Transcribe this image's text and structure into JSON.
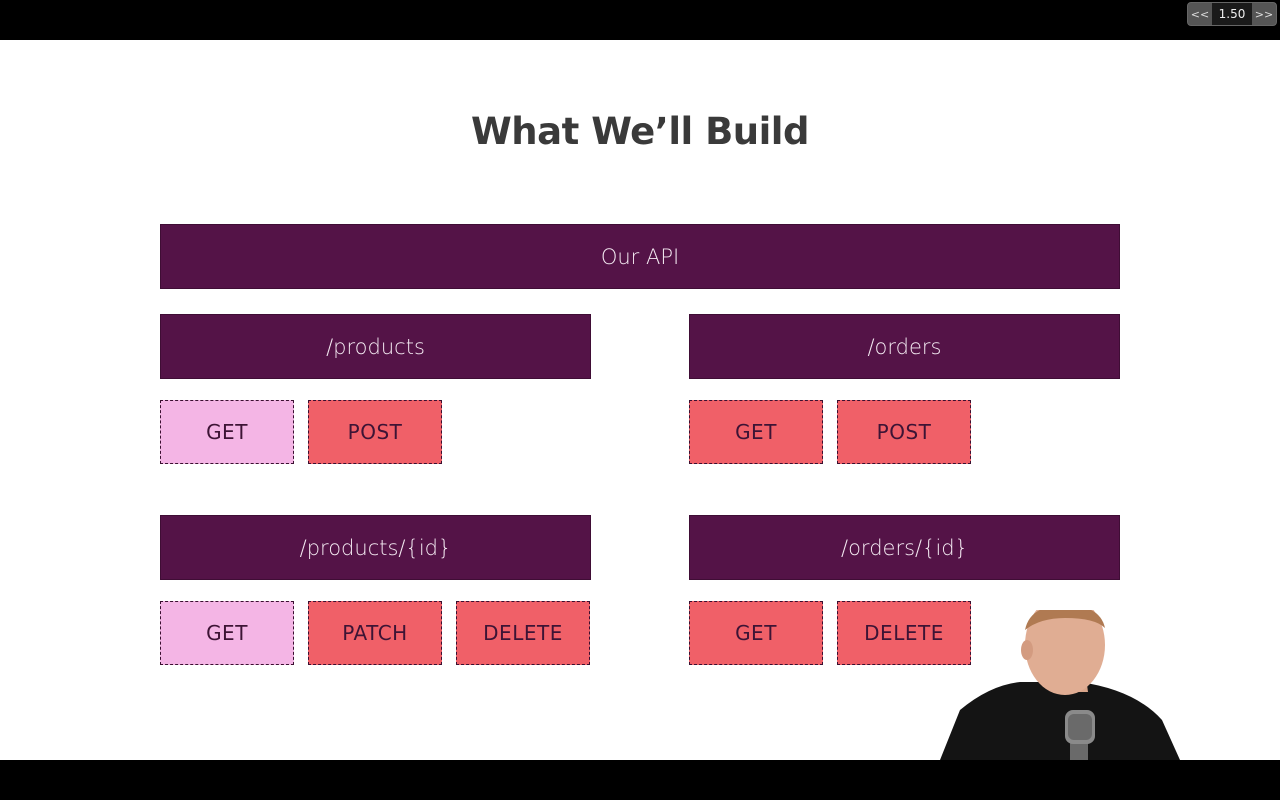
{
  "player": {
    "speed_prev_label": "<<",
    "speed_value": "1.50",
    "speed_next_label": ">>"
  },
  "slide": {
    "title": "What We’ll Build",
    "api_label": "Our API",
    "groups": {
      "products": {
        "label": "/products",
        "methods": [
          "GET",
          "POST"
        ]
      },
      "orders": {
        "label": "/orders",
        "methods": [
          "GET",
          "POST"
        ]
      },
      "product_id": {
        "label": "/products/{id}",
        "methods": [
          "GET",
          "PATCH",
          "DELETE"
        ]
      },
      "order_id": {
        "label": "/orders/{id}",
        "methods": [
          "GET",
          "DELETE"
        ]
      }
    }
  },
  "colors": {
    "bar": "#541347",
    "method_highlight": "#f4b5e5",
    "method_default": "#f06068"
  },
  "icons": {
    "presenter": "presenter-webcam-overlay"
  }
}
